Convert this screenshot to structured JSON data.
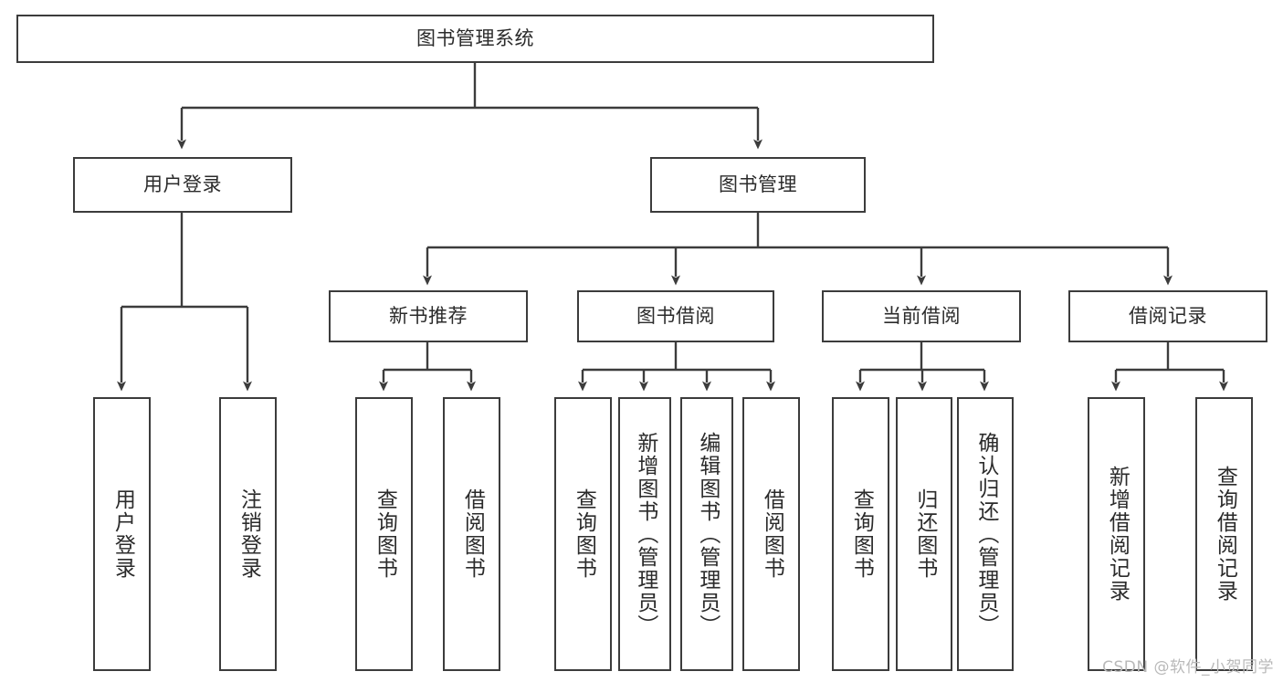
{
  "diagram": {
    "title": "图书管理系统",
    "type": "tree-hierarchy",
    "style": {
      "border_color": "#3c3c3c",
      "fill_color": "#ffffff",
      "text_color": "#2b2b2b",
      "edge_color": "#3c3c3c",
      "watermark_color": "#b9b9b9"
    },
    "root": {
      "label": "图书管理系统"
    },
    "level2": [
      {
        "label": "用户登录"
      },
      {
        "label": "图书管理"
      }
    ],
    "level3": [
      {
        "label": "新书推荐"
      },
      {
        "label": "图书借阅"
      },
      {
        "label": "当前借阅"
      },
      {
        "label": "借阅记录"
      }
    ],
    "leaves": {
      "user_login": [
        {
          "label": "用户登录"
        },
        {
          "label": "注销登录"
        }
      ],
      "new_book_recommend": [
        {
          "label": "查询图书"
        },
        {
          "label": "借阅图书"
        }
      ],
      "book_borrow": [
        {
          "label": "查询图书"
        },
        {
          "label": "新增图书（管理员）"
        },
        {
          "label": "编辑图书（管理员）"
        },
        {
          "label": "借阅图书"
        }
      ],
      "current_borrow": [
        {
          "label": "查询图书"
        },
        {
          "label": "归还图书"
        },
        {
          "label": "确认归还（管理员）"
        }
      ],
      "borrow_record": [
        {
          "label": "新增借阅记录"
        },
        {
          "label": "查询借阅记录"
        }
      ]
    }
  },
  "watermark": {
    "text": "CSDN @软件_小贺同学"
  }
}
